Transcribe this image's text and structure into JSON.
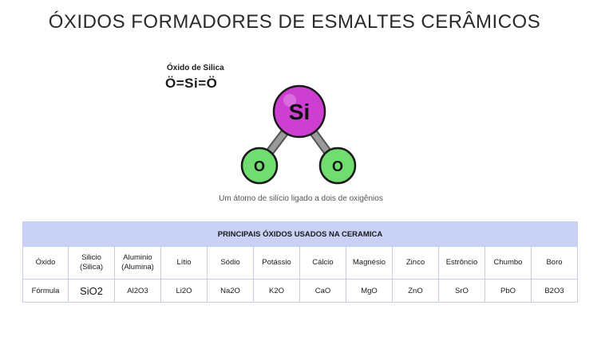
{
  "title": "ÓXIDOS FORMADORES DE ESMALTES CERÂMICOS",
  "lewis": {
    "label": "Óxido de Silica",
    "formula": "Ö=Si=Ö"
  },
  "molecule": {
    "center_atom": "Si",
    "outer_atoms": [
      "O",
      "O"
    ],
    "colors": {
      "silicon": "#cc33cc",
      "oxygen": "#66dd66",
      "bond": "#888888"
    }
  },
  "caption": "Um átomo de silício ligado a dois de oxigênios",
  "table": {
    "header": "PRINCIPAIS ÓXIDOS USADOS NA CERAMICA",
    "row1_label": "Óxido",
    "row2_label": "Fórmula",
    "names": [
      [
        "Silicio",
        "(Silica)"
      ],
      [
        "Aluminio",
        "(Alumina)"
      ],
      [
        "Lítio"
      ],
      [
        "Sódio"
      ],
      [
        "Potássio"
      ],
      [
        "Cálcio"
      ],
      [
        "Magnésio"
      ],
      [
        "Zinco"
      ],
      [
        "Estrôncio"
      ],
      [
        "Chumbo"
      ],
      [
        "Boro"
      ]
    ],
    "formulas": [
      "SiO2",
      "Al2O3",
      "Li2O",
      "Na2O",
      "K2O",
      "CaO",
      "MgO",
      "ZnO",
      "SrO",
      "PbO",
      "B2O3"
    ],
    "header_bg": "#c9d1f7",
    "border_color": "#c6ccee"
  }
}
